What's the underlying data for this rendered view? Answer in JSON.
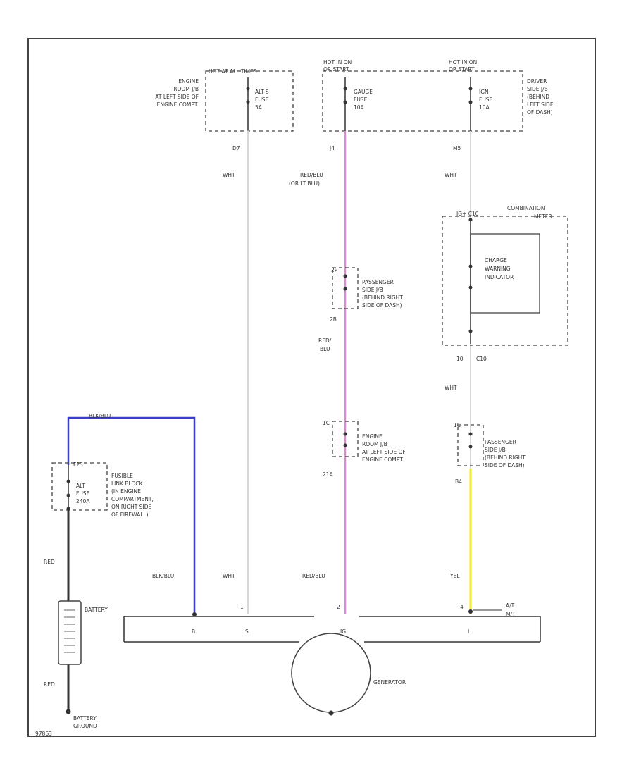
{
  "colors": {
    "wht": "#d8d8d8",
    "red_blu": "#d48fcf",
    "blk_blu": "#3b3fc8",
    "yel": "#eeee22",
    "red": "#333333",
    "line": "#333333"
  },
  "fuses": {
    "alt_s": {
      "header": "HOT AT ALL TIMES",
      "location": [
        "ENGINE",
        "ROOM J/B",
        "AT LEFT SIDE OF",
        "ENGINE COMPT."
      ],
      "name": [
        "ALT-S",
        "FUSE",
        "5A"
      ],
      "pin": "D7"
    },
    "gauge": {
      "header": [
        "HOT IN ON",
        "OR START"
      ],
      "name": [
        "GAUGE",
        "FUSE",
        "10A"
      ],
      "pin": "J4"
    },
    "ign": {
      "header": [
        "HOT IN ON",
        "OR START"
      ],
      "name": [
        "IGN",
        "FUSE",
        "10A"
      ],
      "pin": "M5",
      "location": [
        "DRIVER",
        "SIDE J/B",
        "(BEHIND",
        "LEFT SIDE",
        "OF DASH)"
      ]
    }
  },
  "wires": {
    "wht_1": "WHT",
    "wht_2": "WHT",
    "wht_3": "WHT",
    "wht_4": "WHT",
    "red_blu_1": [
      "RED/BLU",
      "(OR LT BLU)"
    ],
    "red_blu_2": "RED/BLU",
    "red_blu_3": [
      "RED/",
      "BLU"
    ],
    "blk_blu_1": "BLK/BLU",
    "blk_blu_2": "BLK/BLU",
    "yel": "YEL",
    "red_1": "RED",
    "red_2": "RED"
  },
  "combination_meter": {
    "label": [
      "COMBINATION",
      "METER"
    ],
    "pin_top": "IG+  C10",
    "indicator": [
      "CHARGE",
      "WARNING",
      "INDICATOR"
    ],
    "pin_bottom_left": "10",
    "pin_bottom_right": "C10"
  },
  "connectors": {
    "passenger_jb_1": {
      "pin_top": "2P",
      "pin_bottom": "2B",
      "location": [
        "PASSENGER",
        "SIDE J/B",
        "(BEHIND RIGHT",
        "SIDE OF DASH)"
      ]
    },
    "engine_jb": {
      "pin_top": "1C",
      "pin_bottom": "21A",
      "location": [
        "ENGINE",
        "ROOM J/B",
        "AT LEFT SIDE OF",
        "ENGINE COMPT."
      ]
    },
    "passenger_jb_2": {
      "pin_top": "1C",
      "pin_bottom": "B4",
      "location": [
        "PASSENGER",
        "SIDE J/B",
        "(BEHIND RIGHT",
        "SIDE OF DASH)"
      ]
    }
  },
  "fusible_link": {
    "pin": "F23",
    "name": [
      "ALT",
      "FUSE",
      "240A"
    ],
    "location": [
      "FUSIBLE",
      "LINK BLOCK",
      "(IN ENGINE",
      "COMPARTMENT,",
      "ON RIGHT SIDE",
      "OF FIREWALL)"
    ]
  },
  "battery": "BATTERY",
  "battery_ground": [
    "BATTERY",
    "GROUND"
  ],
  "generator": {
    "label": "GENERATOR",
    "terminals": [
      "B",
      "S",
      "IG",
      "L"
    ],
    "pins": [
      "1",
      "2",
      "4"
    ],
    "at_mt": [
      "A/T",
      "M/T"
    ]
  },
  "footer_code": "97863"
}
